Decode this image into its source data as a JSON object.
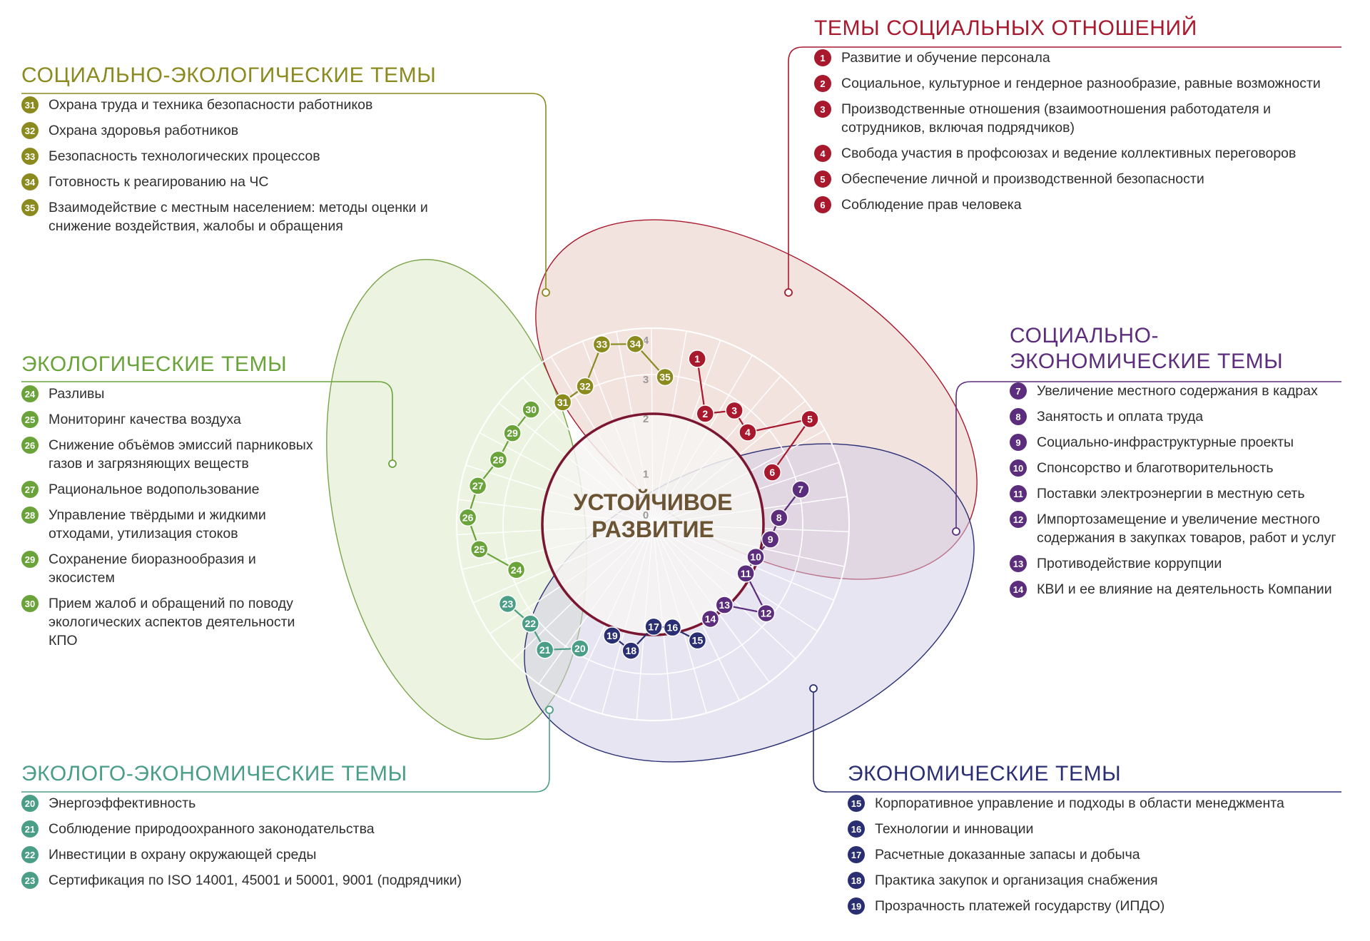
{
  "center_label": [
    "УСТОЙЧИВОЕ",
    "РАЗВИТИЕ"
  ],
  "axis_ticks": [
    "0",
    "1",
    "2",
    "3",
    "4"
  ],
  "groups": [
    {
      "key": "soc-eco",
      "title": "СОЦИАЛЬНО-ЭКОЛОГИЧЕСКИЕ ТЕМЫ",
      "color": "#8b8a1f",
      "items": [
        {
          "n": "31",
          "text": "Охрана труда и техника безопасности работников"
        },
        {
          "n": "32",
          "text": "Охрана здоровья работников"
        },
        {
          "n": "33",
          "text": "Безопасность технологических процессов"
        },
        {
          "n": "34",
          "text": "Готовность к реагированию на ЧС"
        },
        {
          "n": "35",
          "text": "Взаимодействие с местным населением: методы оценки и снижение воздействия, жалобы и обращения"
        }
      ]
    },
    {
      "key": "social",
      "title": "ТЕМЫ СОЦИАЛЬНЫХ ОТНОШЕНИЙ",
      "color": "#a8192e",
      "items": [
        {
          "n": "1",
          "text": "Развитие и обучение персонала"
        },
        {
          "n": "2",
          "text": "Социальное, культурное и гендерное разнообразие, равные возможности"
        },
        {
          "n": "3",
          "text": "Производственные отношения (взаимоотношения работодателя и сотрудников, включая подрядчиков)"
        },
        {
          "n": "4",
          "text": "Свобода участия в профсоюзах и ведение коллективных переговоров"
        },
        {
          "n": "5",
          "text": "Обеспечение личной и производственной безопасности"
        },
        {
          "n": "6",
          "text": "Соблюдение прав человека"
        }
      ]
    },
    {
      "key": "ecological",
      "title": "ЭКОЛОГИЧЕСКИЕ ТЕМЫ",
      "color": "#6aa33a",
      "items": [
        {
          "n": "24",
          "text": "Разливы"
        },
        {
          "n": "25",
          "text": "Мониторинг качества воздуха"
        },
        {
          "n": "26",
          "text": "Снижение объёмов эмиссий парниковых газов и загрязняющих веществ"
        },
        {
          "n": "27",
          "text": "Рациональное водопользование"
        },
        {
          "n": "28",
          "text": "Управление твёрдыми и жидкими отходами, утилизация стоков"
        },
        {
          "n": "29",
          "text": "Сохранение биоразнообразия и экосистем"
        },
        {
          "n": "30",
          "text": "Прием жалоб и обращений по поводу экологических аспектов деятельности КПО"
        }
      ]
    },
    {
      "key": "soc-econ",
      "title": "СОЦИАЛЬНО-ЭКОНОМИЧЕСКИЕ ТЕМЫ",
      "title_lines": [
        "СОЦИАЛЬНО-",
        "ЭКОНОМИЧЕСКИЕ ТЕМЫ"
      ],
      "color": "#5b2d7c",
      "items": [
        {
          "n": "7",
          "text": "Увеличение местного содержания в кадрах"
        },
        {
          "n": "8",
          "text": "Занятость и оплата труда"
        },
        {
          "n": "9",
          "text": "Социально-инфраструктурные проекты"
        },
        {
          "n": "10",
          "text": "Спонсорство и благотворительность"
        },
        {
          "n": "11",
          "text": "Поставки электроэнергии в местную сеть"
        },
        {
          "n": "12",
          "text": "Импортозамещение и увеличение местного содержания в закупках товаров, работ и услуг"
        },
        {
          "n": "13",
          "text": "Противодействие коррупции"
        },
        {
          "n": "14",
          "text": "КВИ и ее влияние на деятельность Компании"
        }
      ]
    },
    {
      "key": "eco-econ",
      "title": "ЭКОЛОГО-ЭКОНОМИЧЕСКИЕ ТЕМЫ",
      "color": "#4a9e86",
      "items": [
        {
          "n": "20",
          "text": "Энергоэффективность"
        },
        {
          "n": "21",
          "text": "Соблюдение природоохранного законодательства"
        },
        {
          "n": "22",
          "text": "Инвестиции в охрану окружающей среды"
        },
        {
          "n": "23",
          "text": "Сертификация по ISO 14001, 45001 и 50001, 9001 (подрядчики)"
        }
      ]
    },
    {
      "key": "economic",
      "title": "ЭКОНОМИЧЕСКИЕ ТЕМЫ",
      "color": "#2a2f73",
      "items": [
        {
          "n": "15",
          "text": "Корпоративное управление и подходы в области менеджмента"
        },
        {
          "n": "16",
          "text": "Технологии и инновации"
        },
        {
          "n": "17",
          "text": "Расчетные доказанные запасы и добыча"
        },
        {
          "n": "18",
          "text": "Практика закупок и организация снабжения"
        },
        {
          "n": "19",
          "text": "Прозрачность платежей государству (ИПДО)"
        }
      ]
    }
  ],
  "chart_data": {
    "type": "radar",
    "scale": [
      0,
      4
    ],
    "points": [
      {
        "n": 1,
        "group": "social",
        "v": 3.55
      },
      {
        "n": 2,
        "group": "social",
        "v": 2.3
      },
      {
        "n": 3,
        "group": "social",
        "v": 2.75
      },
      {
        "n": 4,
        "group": "social",
        "v": 2.55
      },
      {
        "n": 5,
        "group": "social",
        "v": 4.0
      },
      {
        "n": 6,
        "group": "social",
        "v": 2.5
      },
      {
        "n": 7,
        "group": "soc-econ",
        "v": 3.05
      },
      {
        "n": 8,
        "group": "soc-econ",
        "v": 2.4
      },
      {
        "n": 9,
        "group": "soc-econ",
        "v": 2.2
      },
      {
        "n": 10,
        "group": "soc-econ",
        "v": 1.95
      },
      {
        "n": 11,
        "group": "soc-econ",
        "v": 1.9
      },
      {
        "n": 12,
        "group": "soc-econ",
        "v": 2.85
      },
      {
        "n": 13,
        "group": "soc-econ",
        "v": 1.95
      },
      {
        "n": 14,
        "group": "soc-econ",
        "v": 2.0
      },
      {
        "n": 15,
        "group": "economic",
        "v": 2.35
      },
      {
        "n": 16,
        "group": "economic",
        "v": 1.9
      },
      {
        "n": 17,
        "group": "economic",
        "v": 1.85
      },
      {
        "n": 18,
        "group": "economic",
        "v": 2.45
      },
      {
        "n": 19,
        "group": "economic",
        "v": 2.2
      },
      {
        "n": 20,
        "group": "eco-econ",
        "v": 2.85
      },
      {
        "n": 21,
        "group": "eco-econ",
        "v": 3.4
      },
      {
        "n": 22,
        "group": "eco-econ",
        "v": 3.2
      },
      {
        "n": 23,
        "group": "eco-econ",
        "v": 3.4
      },
      {
        "n": 24,
        "group": "ecological",
        "v": 2.85
      },
      {
        "n": 25,
        "group": "ecological",
        "v": 3.65
      },
      {
        "n": 26,
        "group": "ecological",
        "v": 3.9
      },
      {
        "n": 27,
        "group": "ecological",
        "v": 3.75
      },
      {
        "n": 28,
        "group": "ecological",
        "v": 3.45
      },
      {
        "n": 29,
        "group": "ecological",
        "v": 3.45
      },
      {
        "n": 30,
        "group": "ecological",
        "v": 3.45
      },
      {
        "n": 31,
        "group": "soc-eco",
        "v": 3.05
      },
      {
        "n": 32,
        "group": "soc-eco",
        "v": 3.1
      },
      {
        "n": 33,
        "group": "soc-eco",
        "v": 3.95
      },
      {
        "n": 34,
        "group": "soc-eco",
        "v": 3.8
      },
      {
        "n": 35,
        "group": "soc-eco",
        "v": 2.95
      }
    ]
  }
}
